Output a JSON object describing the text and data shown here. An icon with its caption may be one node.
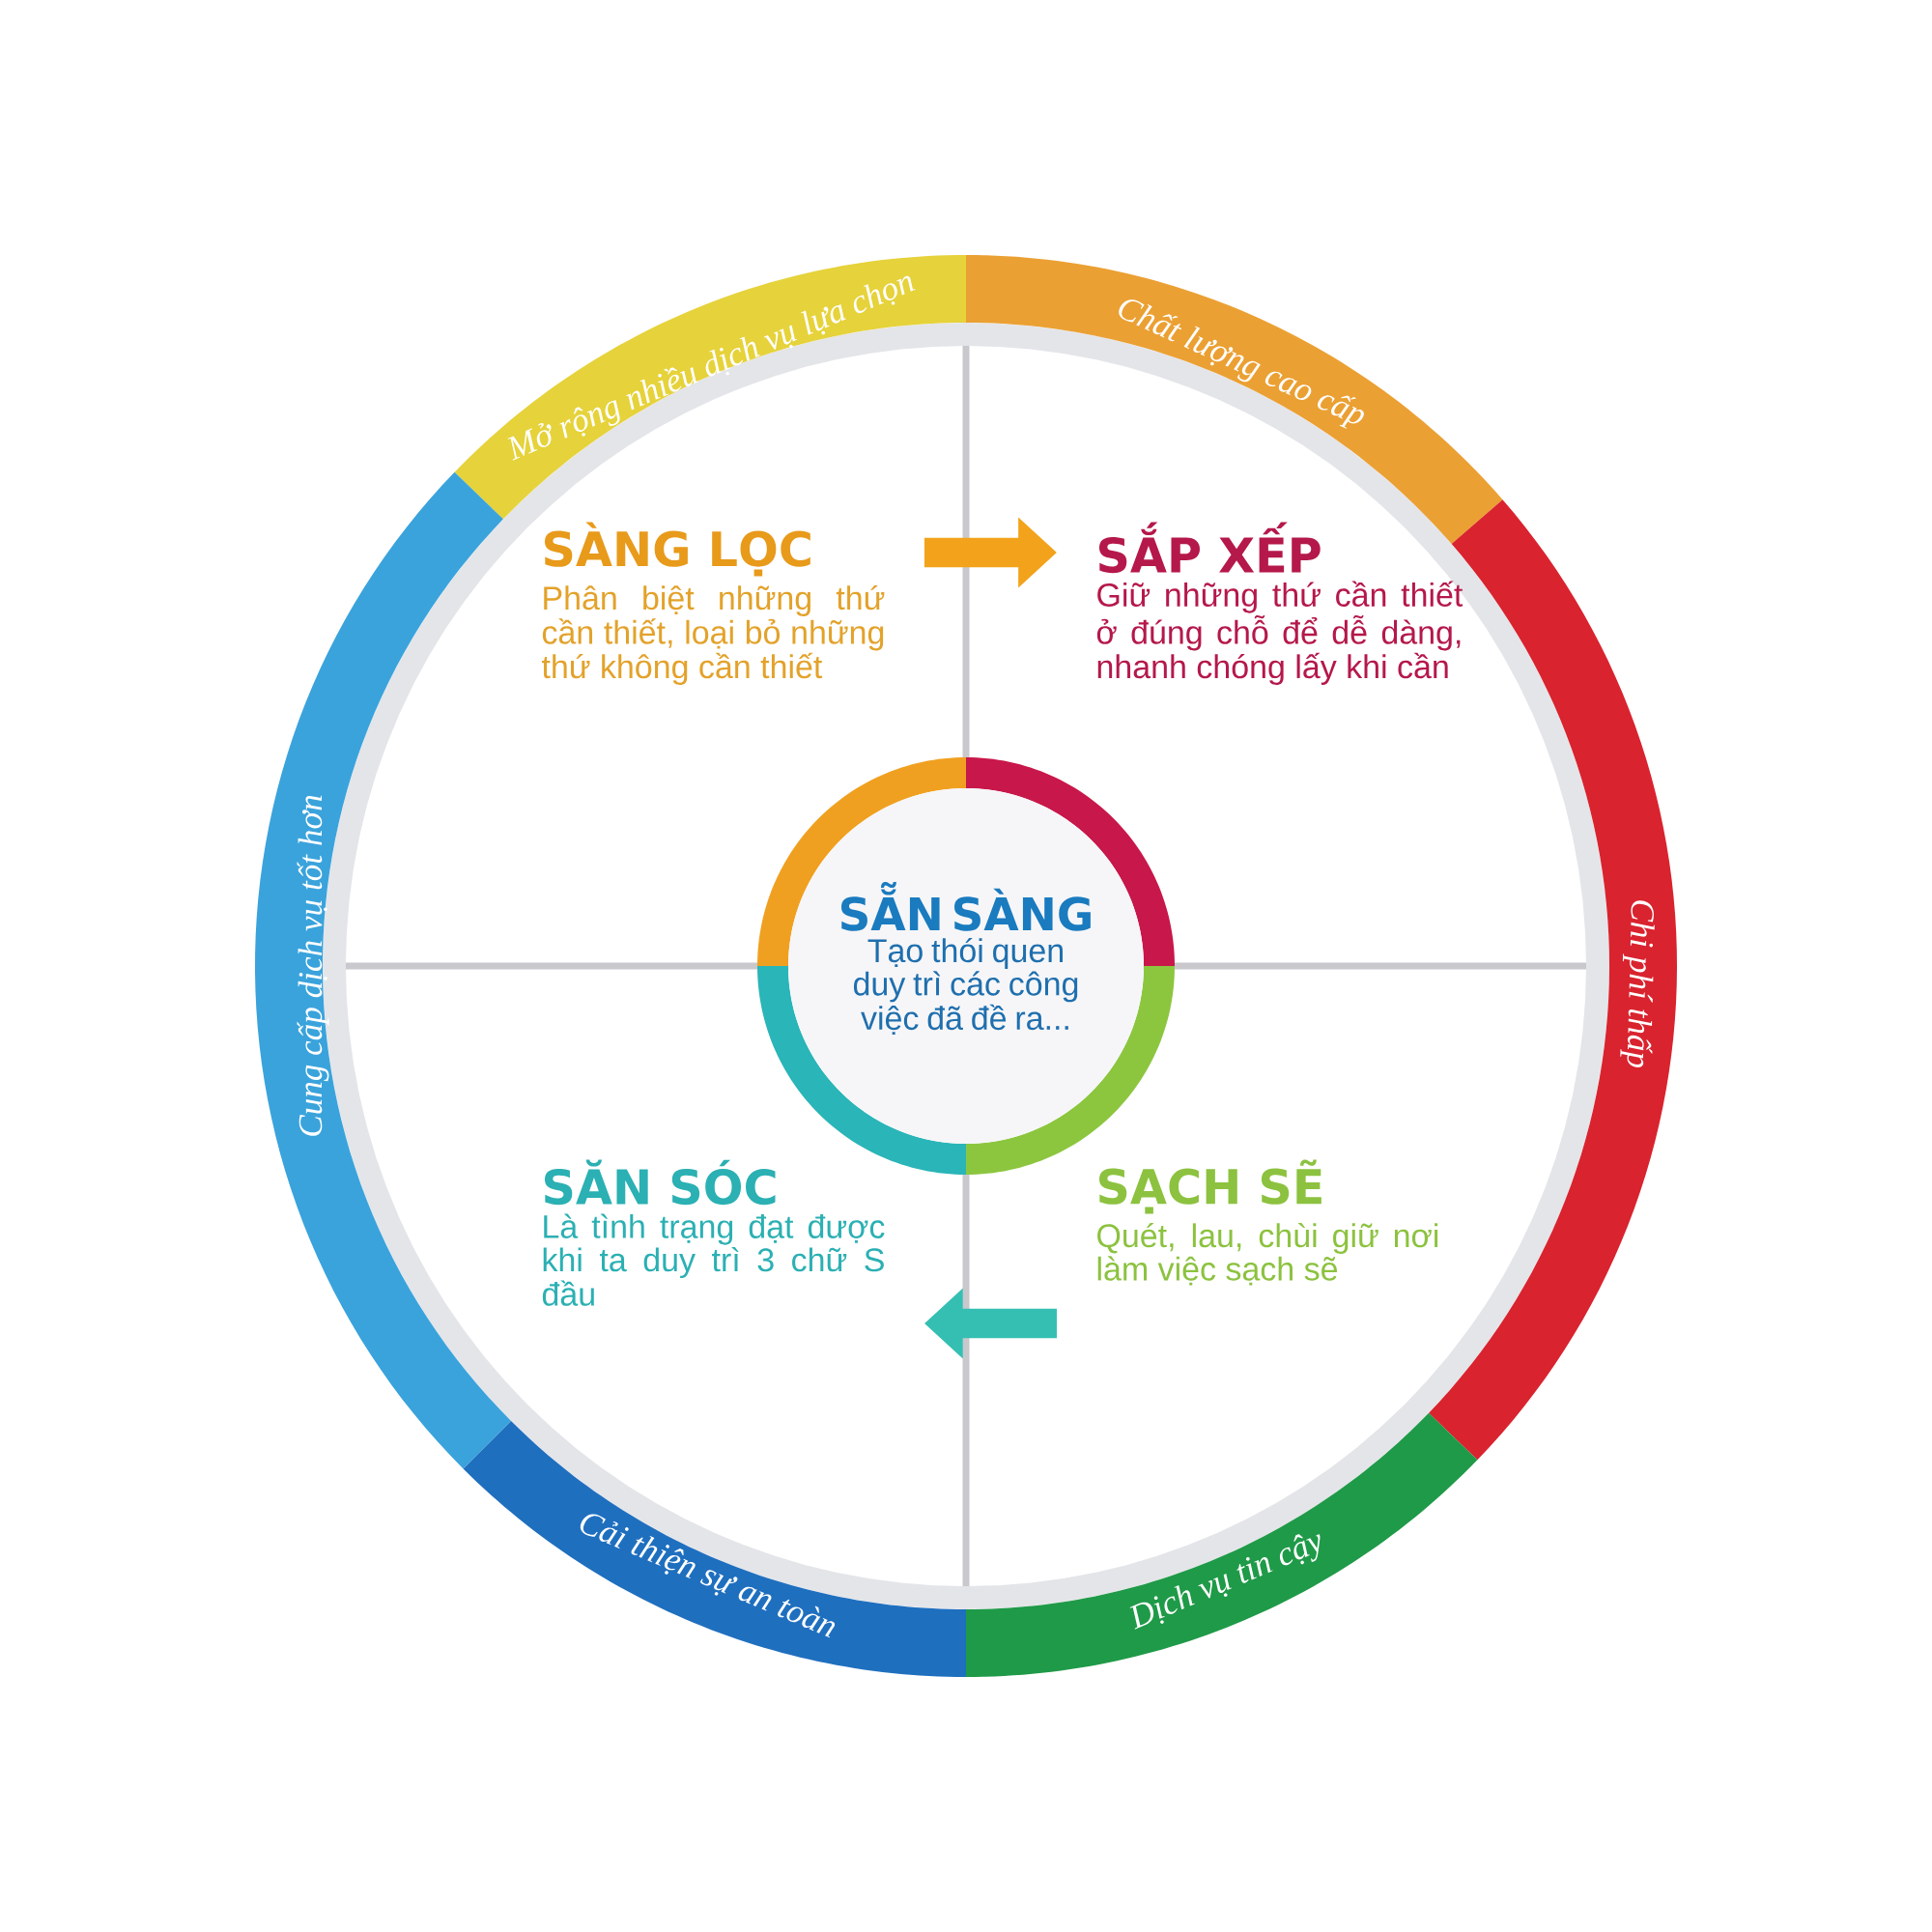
{
  "diagram": {
    "nodes": [
      {
        "text": [
          "Mở rộng nhiều dịch vụ lựa chọn"
        ]
      },
      {
        "text": [
          "Chất lượng cao cấp"
        ]
      },
      {
        "text": [
          "Cung cấp dịch vụ tốt hơn"
        ]
      },
      {
        "text": [
          "Chi phí thấp"
        ]
      },
      {
        "text": [
          "Cải thiện sự an toàn"
        ]
      },
      {
        "text": [
          "Dịch vụ tin cậy"
        ]
      },
      {
        "text": [
          "SÀNG LỌC",
          "Phân biệt những thứ cần thiết, loại bỏ những thứ không cần thiết"
        ]
      },
      {
        "text": [
          "SẮP XẾP",
          "Giữ những thứ cần thiết ở đúng chỗ để dễ dàng, nhanh chóng lấy khi cần"
        ]
      },
      {
        "text": [
          "SẴN SÀNG",
          "Tạo thói quen duy trì các công việc đã đề ra..."
        ]
      },
      {
        "text": [
          "SĂN SÓC",
          "Là tình trạng đạt được khi ta duy trì 3 chữ S đầu"
        ]
      },
      {
        "text": [
          "SẠCH SẼ",
          "Quét, lau, chùi giữ nơi làm việc sạch sẽ"
        ]
      }
    ],
    "edges": [
      {
        "from": 6,
        "to": 7,
        "arrow": "to",
        "color": "#f2a31b"
      },
      {
        "from": 10,
        "to": 9,
        "arrow": "to",
        "color": "#35bfb3"
      }
    ]
  }
}
